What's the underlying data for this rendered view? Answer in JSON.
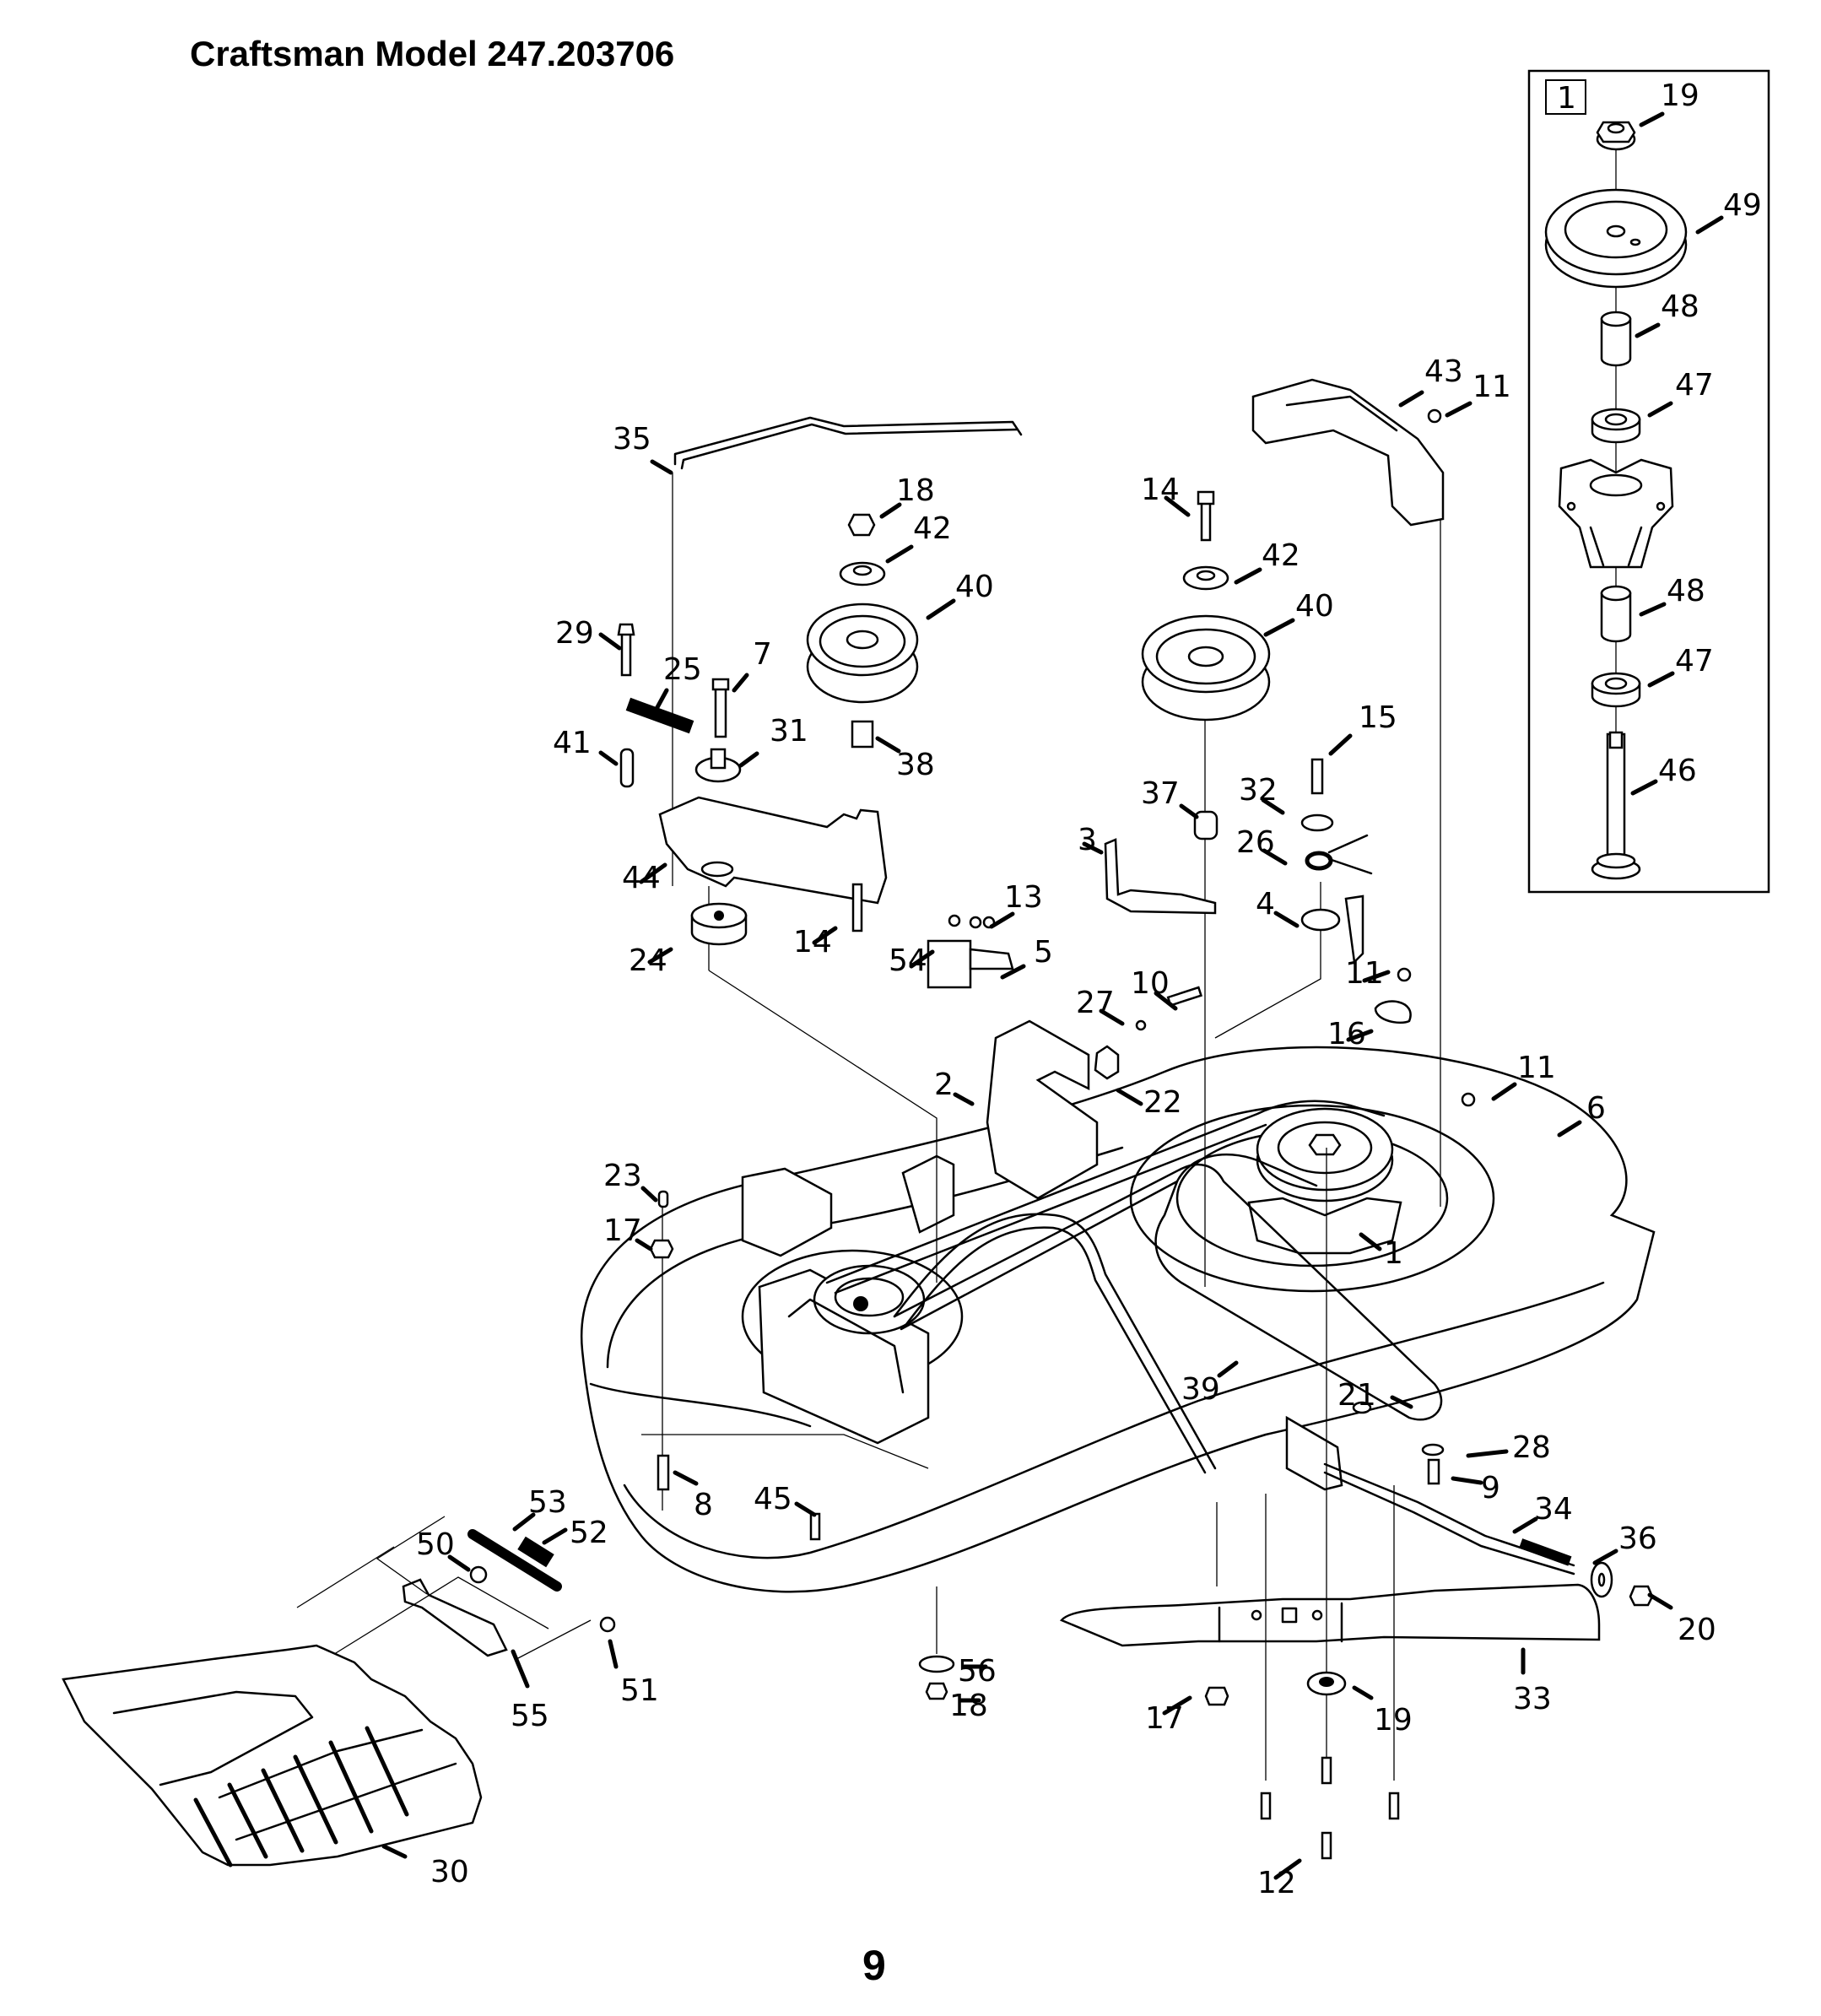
{
  "header": {
    "title": "Craftsman Model 247.203706"
  },
  "footer": {
    "page_number": "9"
  },
  "inset": {
    "reference_label": "1"
  },
  "callouts": [
    {
      "id": "c-inset-19",
      "label": "19",
      "part": "hex-flange-nut"
    },
    {
      "id": "c-inset-49",
      "label": "49",
      "part": "spindle-pulley"
    },
    {
      "id": "c-inset-48a",
      "label": "48",
      "part": "spacer"
    },
    {
      "id": "c-inset-47a",
      "label": "47",
      "part": "bearing"
    },
    {
      "id": "c-inset-48b",
      "label": "48",
      "part": "spacer"
    },
    {
      "id": "c-inset-47b",
      "label": "47",
      "part": "bearing"
    },
    {
      "id": "c-inset-46",
      "label": "46",
      "part": "spindle-shaft"
    },
    {
      "id": "c-43",
      "label": "43",
      "part": "belt-keeper-bracket"
    },
    {
      "id": "c-11a",
      "label": "11",
      "part": "screw"
    },
    {
      "id": "c-35",
      "label": "35",
      "part": "idler-rod"
    },
    {
      "id": "c-18a",
      "label": "18",
      "part": "lock-nut"
    },
    {
      "id": "c-42a",
      "label": "42",
      "part": "belt-keeper-washer"
    },
    {
      "id": "c-40a",
      "label": "40",
      "part": "flat-idler-pulley"
    },
    {
      "id": "c-14a",
      "label": "14",
      "part": "bolt"
    },
    {
      "id": "c-42b",
      "label": "42",
      "part": "belt-keeper-washer"
    },
    {
      "id": "c-40b",
      "label": "40",
      "part": "flat-idler-pulley"
    },
    {
      "id": "c-29",
      "label": "29",
      "part": "bolt"
    },
    {
      "id": "c-25",
      "label": "25",
      "part": "extension-spring"
    },
    {
      "id": "c-7",
      "label": "7",
      "part": "bolt"
    },
    {
      "id": "c-41",
      "label": "41",
      "part": "spacer"
    },
    {
      "id": "c-31",
      "label": "31",
      "part": "pivot-bushing"
    },
    {
      "id": "c-38",
      "label": "38",
      "part": "spacer"
    },
    {
      "id": "c-15",
      "label": "15",
      "part": "bolt"
    },
    {
      "id": "c-37",
      "label": "37",
      "part": "spacer"
    },
    {
      "id": "c-32",
      "label": "32",
      "part": "bushing"
    },
    {
      "id": "c-3",
      "label": "3",
      "part": "belt-guide"
    },
    {
      "id": "c-26",
      "label": "26",
      "part": "torsion-spring"
    },
    {
      "id": "c-44",
      "label": "44",
      "part": "idler-arm"
    },
    {
      "id": "c-4",
      "label": "4",
      "part": "idler-bracket"
    },
    {
      "id": "c-24",
      "label": "24",
      "part": "idler-bushing"
    },
    {
      "id": "c-14b",
      "label": "14",
      "part": "bolt"
    },
    {
      "id": "c-54",
      "label": "54",
      "part": "screw"
    },
    {
      "id": "c-13",
      "label": "13",
      "part": "screw"
    },
    {
      "id": "c-5",
      "label": "5",
      "part": "bracket"
    },
    {
      "id": "c-10",
      "label": "10",
      "part": "bolt"
    },
    {
      "id": "c-11b",
      "label": "11",
      "part": "screw"
    },
    {
      "id": "c-27",
      "label": "27",
      "part": "lock-washer"
    },
    {
      "id": "c-16",
      "label": "16",
      "part": "belt-guide"
    },
    {
      "id": "c-2",
      "label": "2",
      "part": "hanger-bracket"
    },
    {
      "id": "c-22",
      "label": "22",
      "part": "gauge-wheel-nut"
    },
    {
      "id": "c-11c",
      "label": "11",
      "part": "screw"
    },
    {
      "id": "c-6",
      "label": "6",
      "part": "mower-deck"
    },
    {
      "id": "c-23",
      "label": "23",
      "part": "spacer"
    },
    {
      "id": "c-17a",
      "label": "17",
      "part": "lock-nut"
    },
    {
      "id": "c-1",
      "label": "1",
      "part": "spindle-assembly"
    },
    {
      "id": "c-39",
      "label": "39",
      "part": "v-belt"
    },
    {
      "id": "c-21",
      "label": "21",
      "part": "hairpin-clip"
    },
    {
      "id": "c-28",
      "label": "28",
      "part": "washer"
    },
    {
      "id": "c-9",
      "label": "9",
      "part": "bolt"
    },
    {
      "id": "c-8",
      "label": "8",
      "part": "bolt"
    },
    {
      "id": "c-45",
      "label": "45",
      "part": "bolt"
    },
    {
      "id": "c-53",
      "label": "53",
      "part": "hinge-rod"
    },
    {
      "id": "c-52",
      "label": "52",
      "part": "torsion-spring"
    },
    {
      "id": "c-34",
      "label": "34",
      "part": "deck-stabilizer-rod"
    },
    {
      "id": "c-36",
      "label": "36",
      "part": "washer"
    },
    {
      "id": "c-50",
      "label": "50",
      "part": "nut"
    },
    {
      "id": "c-20",
      "label": "20",
      "part": "lock-nut"
    },
    {
      "id": "c-55",
      "label": "55",
      "part": "chute-bracket"
    },
    {
      "id": "c-51",
      "label": "51",
      "part": "nut"
    },
    {
      "id": "c-56",
      "label": "56",
      "part": "washer"
    },
    {
      "id": "c-18b",
      "label": "18",
      "part": "lock-nut"
    },
    {
      "id": "c-33",
      "label": "33",
      "part": "blade"
    },
    {
      "id": "c-17b",
      "label": "17",
      "part": "lock-nut"
    },
    {
      "id": "c-19",
      "label": "19",
      "part": "hex-flange-nut"
    },
    {
      "id": "c-30",
      "label": "30",
      "part": "discharge-chute"
    },
    {
      "id": "c-12",
      "label": "12",
      "part": "screw"
    }
  ]
}
